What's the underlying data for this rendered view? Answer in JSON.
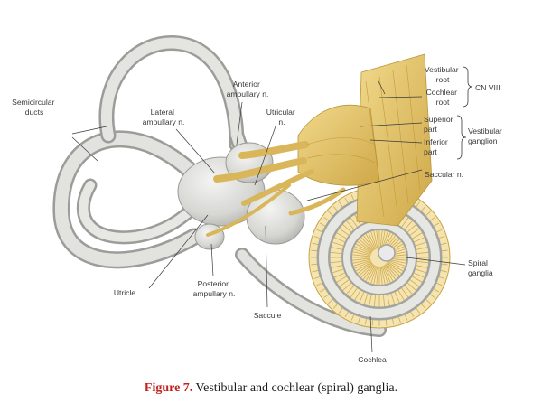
{
  "labels": {
    "semicircular_ducts": [
      "Semicircular",
      "ducts"
    ],
    "lateral_ampullary": [
      "Lateral",
      "ampullary n."
    ],
    "anterior_ampullary": [
      "Anterior",
      "ampullary n."
    ],
    "utricular": [
      "Utricular",
      "n."
    ],
    "utricle": "Utricle",
    "posterior_ampullary": [
      "Posterior",
      "ampullary n."
    ],
    "saccule": "Saccule",
    "vestibular_root": [
      "Vestibular",
      "root"
    ],
    "cochlear_root": [
      "Cochlear",
      "root"
    ],
    "cn_viii": "CN VIII",
    "superior_part": [
      "Superior",
      "part"
    ],
    "inferior_part": [
      "Inferior",
      "part"
    ],
    "vestibular_ganglion": [
      "Vestibular",
      "ganglion"
    ],
    "saccular_n": "Saccular n.",
    "spiral_ganglia": [
      "Spiral",
      "ganglia"
    ],
    "cochlea": "Cochlea"
  },
  "caption": {
    "number": "Figure 7.",
    "text": " Vestibular and cochlear (spiral) ganglia."
  },
  "colors": {
    "labyrinth": "#d8d8d6",
    "labyrinth_outline": "#9a9a98",
    "nerve": "#e7c86a",
    "nerve_dark": "#c9a441",
    "caption_number": "#c0221f"
  }
}
